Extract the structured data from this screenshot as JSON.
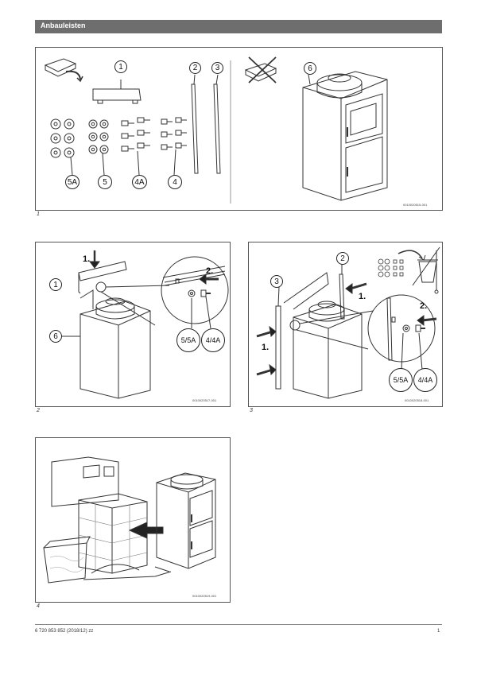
{
  "header": {
    "title": "Anbauleisten"
  },
  "figures": [
    {
      "number": "1",
      "code": "0010020515-001",
      "callouts": {
        "c1": "1",
        "c2": "2",
        "c3": "3",
        "c6": "6",
        "c5a": "5A",
        "c5": "5",
        "c4a": "4A",
        "c4": "4"
      }
    },
    {
      "number": "2",
      "code": "0010020517-001",
      "callouts": {
        "c1": "1",
        "c6": "6",
        "c5_5a": "5/5A",
        "c4_4a": "4/4A"
      },
      "steps": {
        "s1": "1.",
        "s2": "2."
      }
    },
    {
      "number": "3",
      "code": "0010020518-001",
      "callouts": {
        "c3": "3",
        "c2": "2",
        "c5_5a": "5/5A",
        "c4_4a": "4/4A"
      },
      "steps": {
        "s1a": "1.",
        "s1b": "1.",
        "s2": "2."
      }
    },
    {
      "number": "4",
      "code": "0010020519-001"
    }
  ],
  "footer": {
    "doc_id": "6 720 853 852 (2018/12) zz",
    "page": "1"
  }
}
